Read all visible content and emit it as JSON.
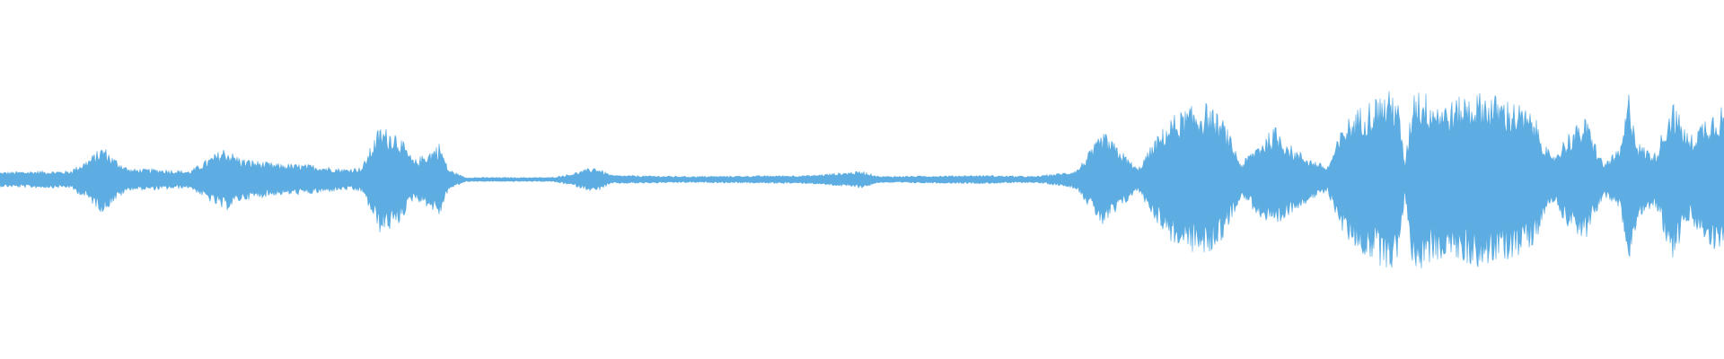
{
  "waveform": {
    "color": "#5DADE2",
    "amplitude_profile": [
      {
        "t": 0.0,
        "a": 0.07
      },
      {
        "t": 0.02,
        "a": 0.08
      },
      {
        "t": 0.04,
        "a": 0.08
      },
      {
        "t": 0.05,
        "a": 0.18
      },
      {
        "t": 0.06,
        "a": 0.32
      },
      {
        "t": 0.065,
        "a": 0.22
      },
      {
        "t": 0.075,
        "a": 0.1
      },
      {
        "t": 0.09,
        "a": 0.1
      },
      {
        "t": 0.11,
        "a": 0.08
      },
      {
        "t": 0.13,
        "a": 0.3
      },
      {
        "t": 0.14,
        "a": 0.2
      },
      {
        "t": 0.16,
        "a": 0.15
      },
      {
        "t": 0.18,
        "a": 0.14
      },
      {
        "t": 0.2,
        "a": 0.1
      },
      {
        "t": 0.21,
        "a": 0.12
      },
      {
        "t": 0.22,
        "a": 0.5
      },
      {
        "t": 0.23,
        "a": 0.46
      },
      {
        "t": 0.24,
        "a": 0.18
      },
      {
        "t": 0.25,
        "a": 0.28
      },
      {
        "t": 0.255,
        "a": 0.35
      },
      {
        "t": 0.26,
        "a": 0.1
      },
      {
        "t": 0.27,
        "a": 0.02
      },
      {
        "t": 0.32,
        "a": 0.02
      },
      {
        "t": 0.33,
        "a": 0.05
      },
      {
        "t": 0.345,
        "a": 0.12
      },
      {
        "t": 0.355,
        "a": 0.04
      },
      {
        "t": 0.4,
        "a": 0.03
      },
      {
        "t": 0.47,
        "a": 0.04
      },
      {
        "t": 0.5,
        "a": 0.08
      },
      {
        "t": 0.51,
        "a": 0.03
      },
      {
        "t": 0.57,
        "a": 0.04
      },
      {
        "t": 0.6,
        "a": 0.03
      },
      {
        "t": 0.62,
        "a": 0.07
      },
      {
        "t": 0.625,
        "a": 0.1
      },
      {
        "t": 0.63,
        "a": 0.22
      },
      {
        "t": 0.64,
        "a": 0.45
      },
      {
        "t": 0.65,
        "a": 0.28
      },
      {
        "t": 0.66,
        "a": 0.1
      },
      {
        "t": 0.67,
        "a": 0.38
      },
      {
        "t": 0.68,
        "a": 0.6
      },
      {
        "t": 0.69,
        "a": 0.68
      },
      {
        "t": 0.7,
        "a": 0.72
      },
      {
        "t": 0.71,
        "a": 0.55
      },
      {
        "t": 0.72,
        "a": 0.15
      },
      {
        "t": 0.73,
        "a": 0.35
      },
      {
        "t": 0.74,
        "a": 0.5
      },
      {
        "t": 0.75,
        "a": 0.3
      },
      {
        "t": 0.76,
        "a": 0.2
      },
      {
        "t": 0.77,
        "a": 0.12
      },
      {
        "t": 0.78,
        "a": 0.55
      },
      {
        "t": 0.79,
        "a": 0.7
      },
      {
        "t": 0.8,
        "a": 0.8
      },
      {
        "t": 0.81,
        "a": 0.85
      },
      {
        "t": 0.815,
        "a": 0.15
      },
      {
        "t": 0.82,
        "a": 0.9
      },
      {
        "t": 0.83,
        "a": 0.78
      },
      {
        "t": 0.84,
        "a": 0.72
      },
      {
        "t": 0.85,
        "a": 0.8
      },
      {
        "t": 0.86,
        "a": 0.82
      },
      {
        "t": 0.87,
        "a": 0.78
      },
      {
        "t": 0.88,
        "a": 0.72
      },
      {
        "t": 0.89,
        "a": 0.6
      },
      {
        "t": 0.9,
        "a": 0.2
      },
      {
        "t": 0.91,
        "a": 0.45
      },
      {
        "t": 0.92,
        "a": 0.58
      },
      {
        "t": 0.93,
        "a": 0.15
      },
      {
        "t": 0.94,
        "a": 0.3
      },
      {
        "t": 0.945,
        "a": 0.85
      },
      {
        "t": 0.95,
        "a": 0.35
      },
      {
        "t": 0.96,
        "a": 0.25
      },
      {
        "t": 0.97,
        "a": 0.75
      },
      {
        "t": 0.98,
        "a": 0.4
      },
      {
        "t": 0.99,
        "a": 0.62
      },
      {
        "t": 1.0,
        "a": 0.72
      }
    ]
  }
}
